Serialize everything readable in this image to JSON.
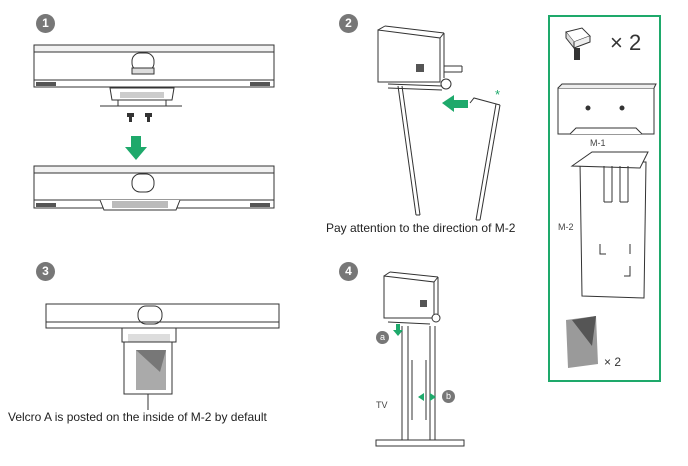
{
  "steps": [
    {
      "number": "1"
    },
    {
      "number": "2",
      "caption": "Pay attention to the direction of M-2",
      "mark": "*"
    },
    {
      "number": "3",
      "caption": "Velcro A is posted on the inside of M-2 by default"
    },
    {
      "number": "4",
      "label_tv": "TV",
      "label_a": "a",
      "label_b": "b"
    }
  ],
  "parts": {
    "screws_qty": "× 2",
    "m1_label": "M-1",
    "m2_label": "M-2",
    "velcro_qty": "× 2"
  },
  "colors": {
    "accent_green": "#1ea96b",
    "line": "#333333",
    "badge": "#777777"
  }
}
